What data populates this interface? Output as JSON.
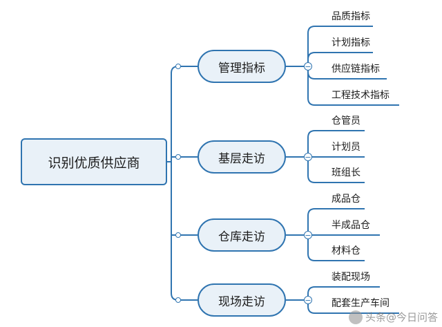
{
  "colors": {
    "line": "#2f74b0",
    "node_fill": "#e9f1f8",
    "text": "#1c1c1c"
  },
  "root": {
    "label": "识别优质供应商"
  },
  "branches": [
    {
      "label": "管理指标",
      "collapse_symbol": "−",
      "children": [
        "品质指标",
        "计划指标",
        "供应链指标",
        "工程技术指标"
      ]
    },
    {
      "label": "基层走访",
      "collapse_symbol": "−",
      "children": [
        "仓管员",
        "计划员",
        "班组长"
      ]
    },
    {
      "label": "仓库走访",
      "collapse_symbol": "−",
      "children": [
        "成品仓",
        "半成品仓",
        "材料仓"
      ]
    },
    {
      "label": "现场走访",
      "collapse_symbol": "−",
      "children": [
        "装配现场",
        "配套生产车间"
      ]
    }
  ],
  "watermark": {
    "text": "头条@今日问答"
  }
}
